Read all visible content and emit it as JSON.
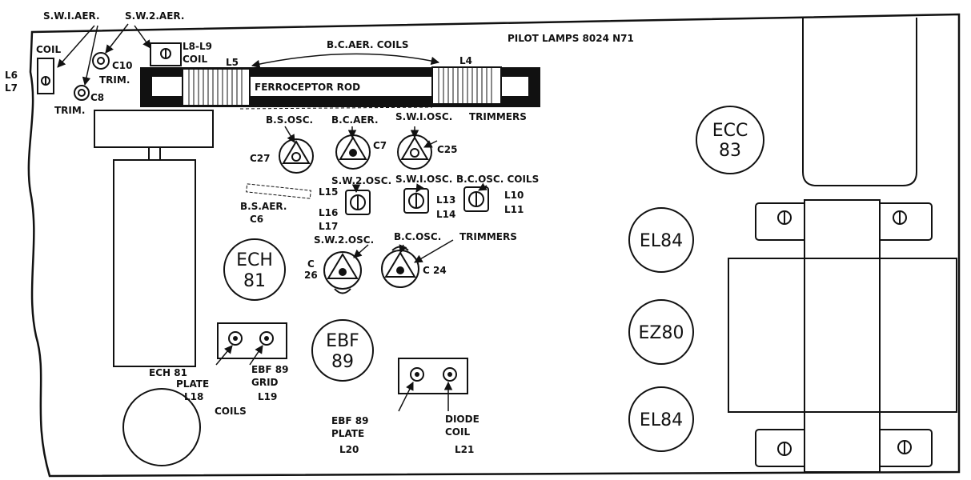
{
  "labels": {
    "sw1_aer": "S.W.I.AER.",
    "sw2_aer": "S.W.2.AER.",
    "coil_top": "COIL",
    "l6": "L6",
    "l7": "L7",
    "trim_left": "TRIM.",
    "c8": "C8",
    "c10": "C10",
    "c10_trim": "TRIM.",
    "l8_l9": "L8-L9",
    "l8_coil": "COIL",
    "bc_aer_coils": "B.C.AER. COILS",
    "pilot_lamps": "PILOT LAMPS 8024 N71",
    "l5": "L5",
    "l4": "L4",
    "ferroceptor_rod": "FERROCEPTOR ROD",
    "bs_osc": "B.S.OSC.",
    "bc_aer": "B.C.AER.",
    "sw1_osc": "S.W.I.OSC.",
    "trimmers_top": "TRIMMERS",
    "c27": "C27",
    "c7": "C7",
    "c25": "C25",
    "sw2_osc_coil": "S.W.2.OSC.",
    "sw1_osc_coil": "S.W.I.OSC.",
    "bc_osc_coils": "B.C.OSC. COILS",
    "l15": "L15",
    "l16": "L16",
    "l17": "L17",
    "l13": "L13",
    "l14": "L14",
    "l10": "L10",
    "l11": "L11",
    "bs_aer": "B.S.AER.",
    "c6": "C6",
    "sw2_osc_trim": "S.W.2.OSC.",
    "bc_osc_trim": "B.C.OSC.",
    "trimmers_mid": "TRIMMERS",
    "c26_a": "C",
    "c26_b": "26",
    "c24": "C 24",
    "ech81_plate_a": "ECH 81",
    "ech81_plate_b": "PLATE",
    "l18": "L18",
    "ebf89_grid_a": "EBF 89",
    "ebf89_grid_b": "GRID",
    "l19": "L19",
    "coils_bottom": "COILS",
    "ebf89_plate_a": "EBF 89",
    "ebf89_plate_b": "PLATE",
    "l20": "L20",
    "diode_coil_a": "DIODE",
    "diode_coil_b": "COIL",
    "l21": "L21"
  },
  "tubes": {
    "ecc83_a": "ECC",
    "ecc83_b": "83",
    "ech81_a": "ECH",
    "ech81_b": "81",
    "ebf89_a": "EBF",
    "ebf89_b": "89",
    "el84_top": "EL84",
    "ez80": "EZ80",
    "el84_bottom": "EL84"
  }
}
